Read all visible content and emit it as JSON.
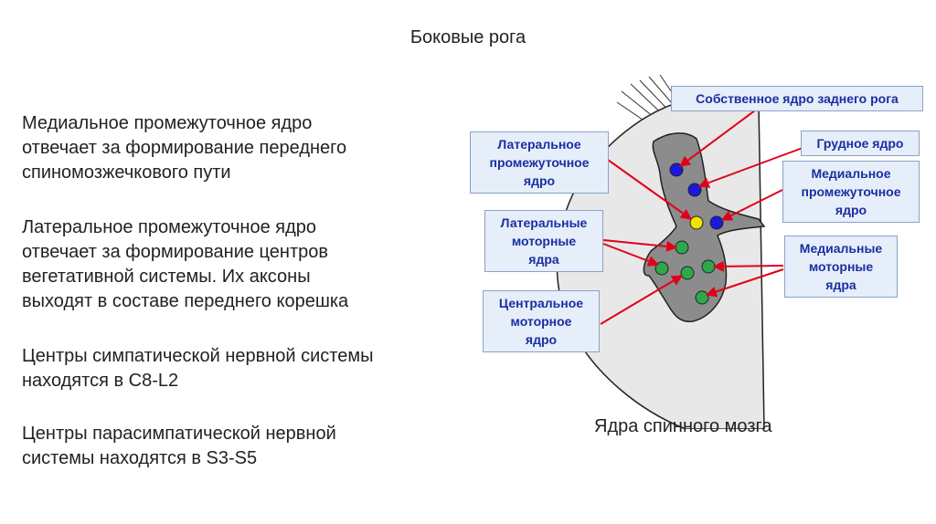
{
  "title": "Боковые рога",
  "paragraphs": [
    "Медиальное промежуточное ядро\nотвечает за формирование переднего\nспиномозжечкового пути",
    "Латеральное промежуточное ядро\nотвечает за формирование центров\nвегетативной системы. Их аксоны\nвыходят в составе переднего корешка",
    "Центры симпатической нервной системы\nнаходятся в С8-L2",
    "Центры парасимпатической нервной\nсистемы находятся в S3-S5"
  ],
  "diagram": {
    "caption": "Ядра спинного мозга",
    "labels": {
      "own_nucleus": "Собственное ядро заднего рога",
      "thoracic": "Грудное ядро",
      "medial_intermediate": "Медиальное\nпромежуточное\nядро",
      "lateral_intermediate": "Латеральное\nпромежуточное\nядро",
      "lateral_motor": "Латеральные\nмоторные\nядра",
      "medial_motor": "Медиальные\nмоторные\nядра",
      "central_motor": "Центральное\nмоторное\nядро"
    },
    "colors": {
      "gray_matter": "#8c8c8c",
      "white_matter": "#e8e8e8",
      "blue_nucleus": "#1a1adc",
      "yellow_nucleus": "#f2e200",
      "green_nucleus": "#2ea84a",
      "arrow": "#e0001a"
    }
  }
}
